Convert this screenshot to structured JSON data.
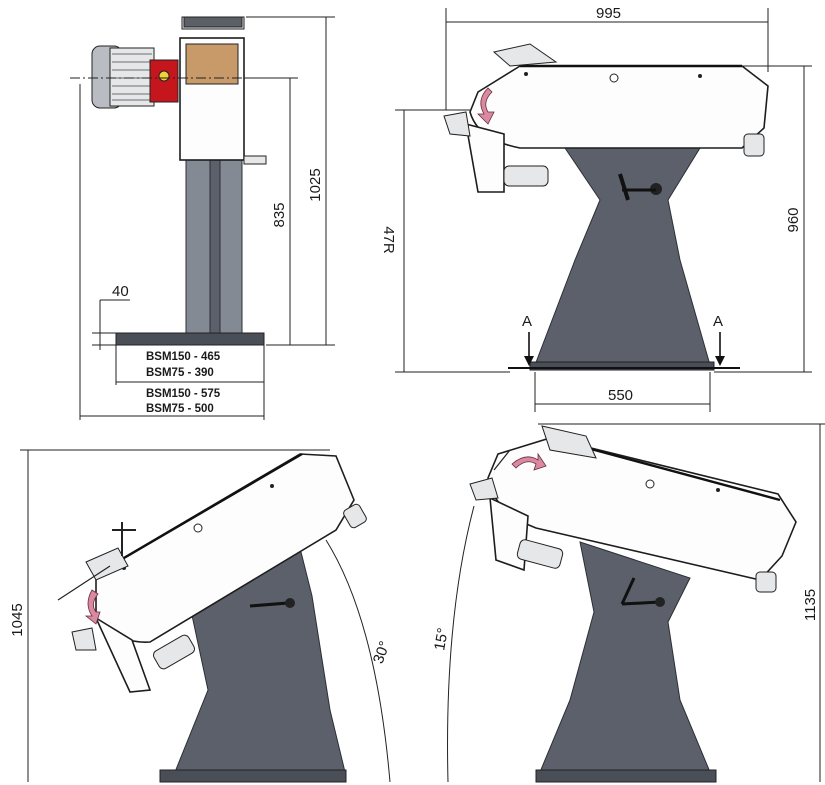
{
  "front_view": {
    "dim_height_total": "1025",
    "dim_height_table": "835",
    "dim_base_thickness": "40",
    "base_depth_a": "BSM150 - 465",
    "base_depth_b": "BSM75 - 390",
    "overall_depth_a": "BSM150 - 575",
    "overall_depth_b": "BSM75 - 500"
  },
  "side_view": {
    "dim_length": "995",
    "dim_height": "960",
    "dim_radius": "47R",
    "dim_base_width": "550",
    "section_marker_left": "A",
    "section_marker_right": "A"
  },
  "tilt_30_view": {
    "dim_height": "1045",
    "angle": "30°"
  },
  "tilt_15_view": {
    "dim_height": "1135",
    "angle": "15°"
  },
  "colors": {
    "stand": "#5b606a",
    "base": "#4a4e56",
    "rotation_arrow": "#d98aa0",
    "motor_red": "#c4161c",
    "belt_tan": "#c89a6a"
  }
}
